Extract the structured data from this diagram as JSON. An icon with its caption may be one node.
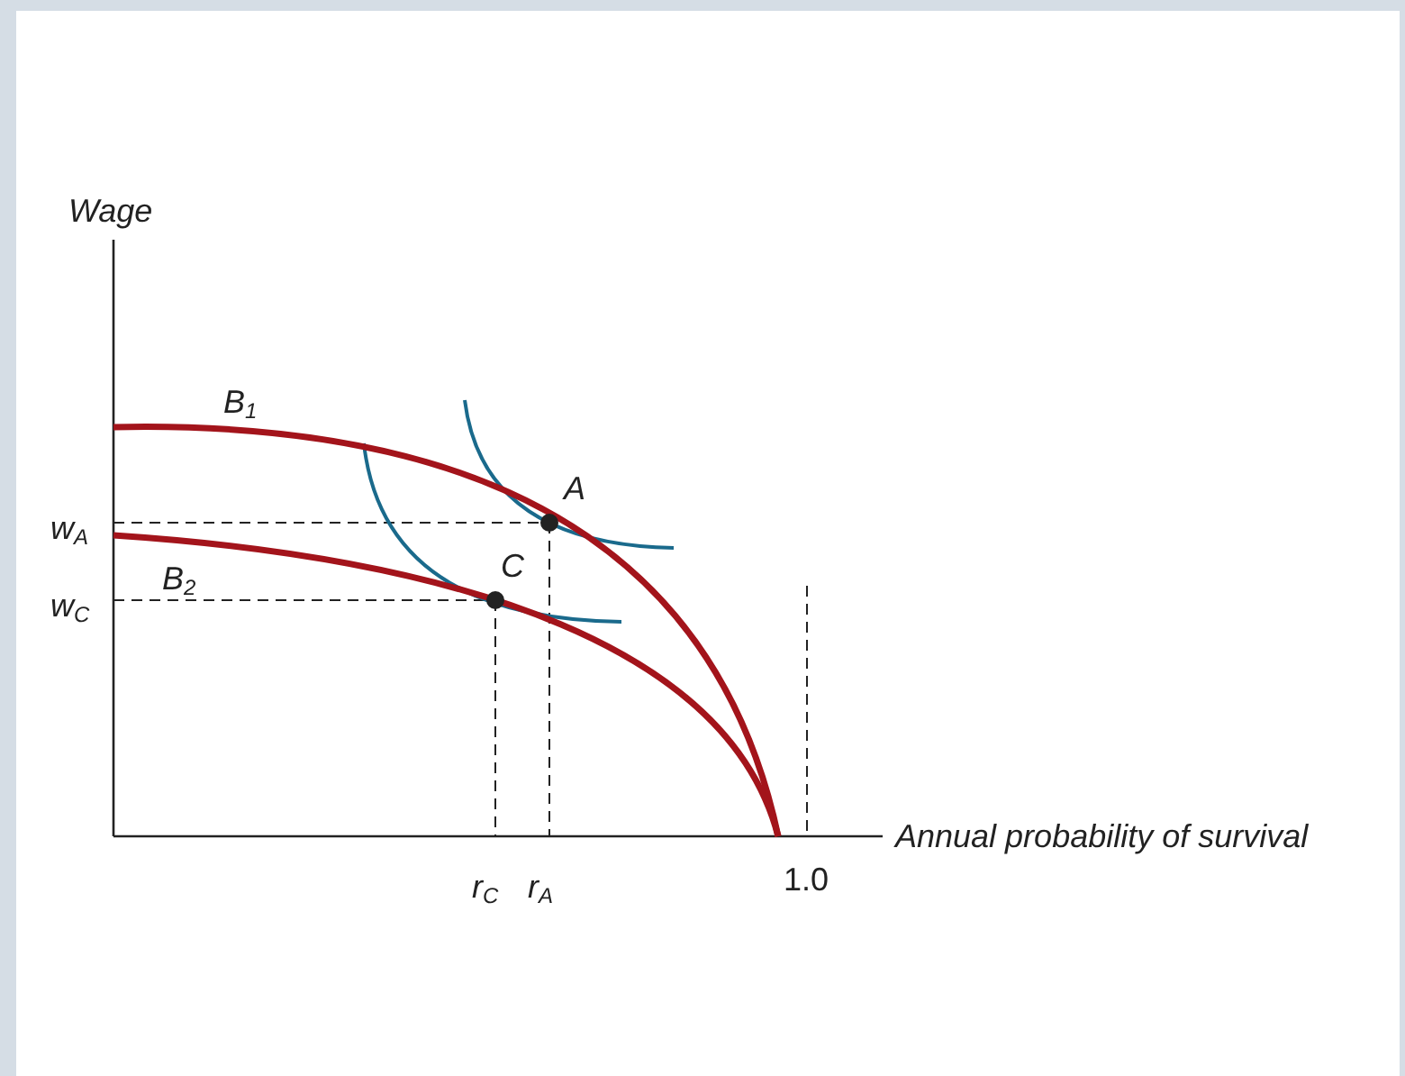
{
  "diagram": {
    "labels": [
      "Wage",
      "B$_{1}$",
      "A",
      "w$_{A}$",
      "C",
      "B$_{2}$",
      "w$_{C}$",
      "Annual probability of survival",
      "r$_{C}$",
      "r$_{A}$",
      "1.0"
    ]
  }
}
